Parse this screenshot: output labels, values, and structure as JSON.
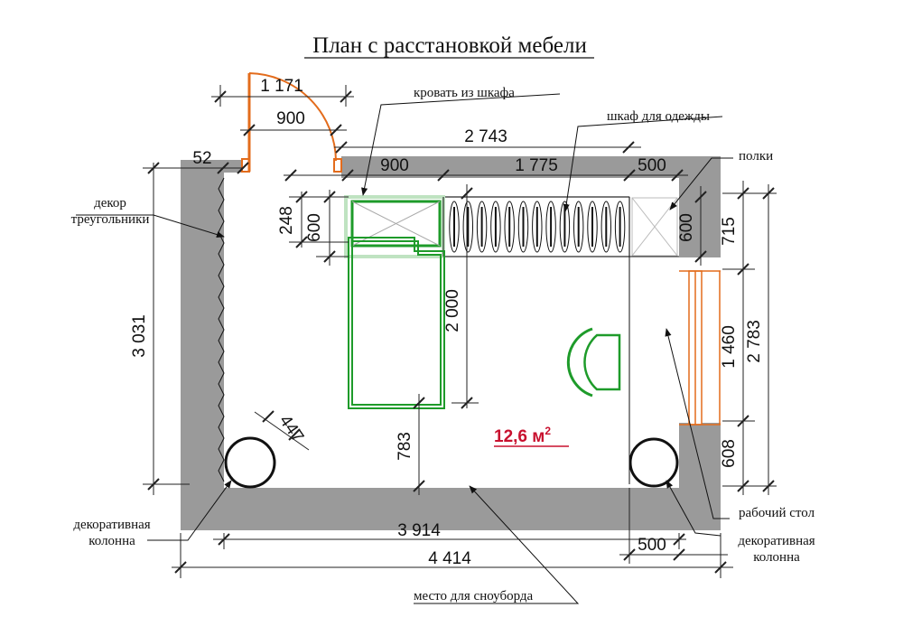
{
  "title": "План с расстановкой мебели",
  "area": {
    "value": "12,6 м",
    "sup": "2"
  },
  "labels": {
    "bed": "кровать из шкафа",
    "wardrobe": "шкаф для одежды",
    "shelves": "полки",
    "decor_line1": "декор",
    "decor_line2": "треугольники",
    "column_left_line1": "декоративная",
    "column_left_line2": "колонна",
    "desk": "рабочий стол",
    "column_right_line1": "декоративная",
    "column_right_line2": "колонна",
    "snowboard": "место для сноуборда"
  },
  "dimensions": {
    "door_total": "1 171",
    "door_width": "900",
    "wardrobe_total": "2 743",
    "bed_width": "900",
    "wardrobe_rod": "1 775",
    "shelf_width": "500",
    "left_wall_offset": "52",
    "bed_offset": "248",
    "bed_depth": "600",
    "shelf_depth": "600",
    "right_top": "715",
    "window": "1 460",
    "right_total": "2 783",
    "right_bottom": "608",
    "bed_length": "2 000",
    "left_total": "3 031",
    "column_diameter": "447",
    "bed_to_wall": "783",
    "inner_width": "3 914",
    "outer_width": "4 414",
    "bottom_right": "500"
  }
}
